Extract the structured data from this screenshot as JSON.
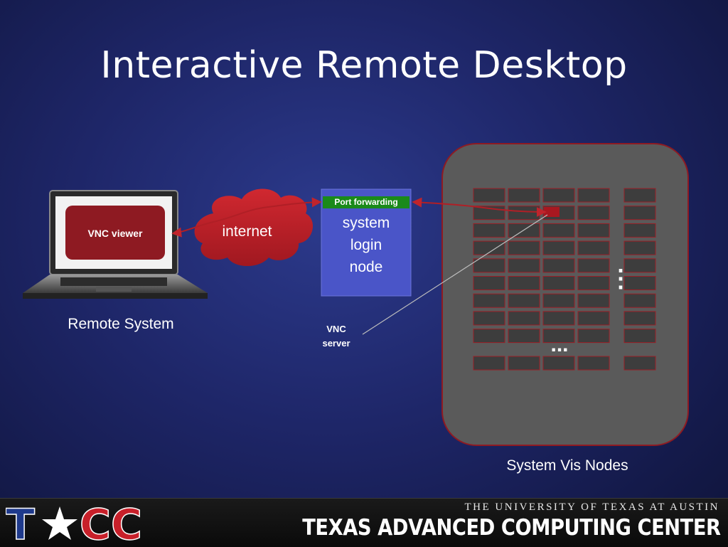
{
  "slide": {
    "title": "Interactive Remote Desktop"
  },
  "laptop": {
    "screen_label": "VNC viewer",
    "caption": "Remote System"
  },
  "cloud": {
    "label": "internet"
  },
  "login_node": {
    "header": "Port forwarding",
    "line1": "system",
    "line2": "login",
    "line3": "node"
  },
  "vnc_server": {
    "line1": "VNC",
    "line2": "server"
  },
  "vis_nodes": {
    "caption": "System Vis Nodes",
    "row_ellipsis": "...",
    "column_ellipsis": "⋮"
  },
  "footer": {
    "university": "THE UNIVERSITY OF TEXAS AT AUSTIN",
    "center_name": "TEXAS ADVANCED COMPUTING CENTER",
    "logo_text": "TACC"
  },
  "colors": {
    "accent_red": "#8e1a22",
    "arrow_red": "#b01f26",
    "login_blue": "#4a55c8",
    "port_green": "#1a8a1a",
    "cluster_gray": "#5a5a5a"
  }
}
